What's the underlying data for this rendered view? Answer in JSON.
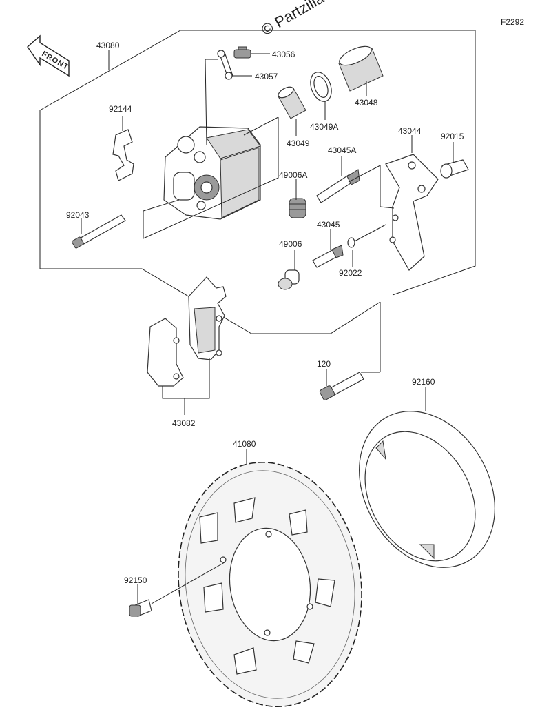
{
  "figure_code": "F2292",
  "watermark": "© Partzilla",
  "front_label": "FRONT",
  "parts": {
    "p43080": "43080",
    "p43056": "43056",
    "p43057": "43057",
    "p43048": "43048",
    "p43049A": "43049A",
    "p43049": "43049",
    "p92144": "92144",
    "p43044": "43044",
    "p92015": "92015",
    "p43045A": "43045A",
    "p49006A": "49006A",
    "p92043": "92043",
    "p43045": "43045",
    "p49006": "49006",
    "p92022": "92022",
    "p120": "120",
    "p92160": "92160",
    "p43082": "43082",
    "p41080": "41080",
    "p92150": "92150"
  }
}
